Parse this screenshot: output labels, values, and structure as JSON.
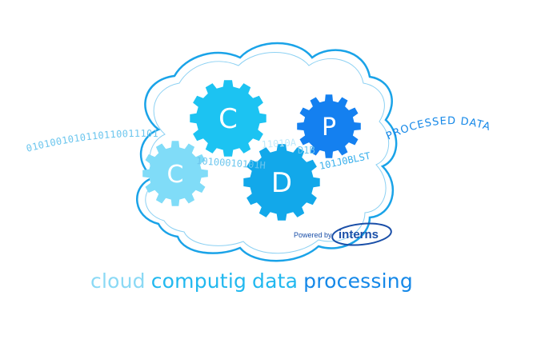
{
  "gears": [
    {
      "letter": "C",
      "color": "#1cc3f2"
    },
    {
      "letter": "C",
      "color": "#80dcf8"
    },
    {
      "letter": "D",
      "color": "#12a8ea"
    },
    {
      "letter": "P",
      "color": "#1480f0"
    }
  ],
  "binary_stream": {
    "left": "0101001010110110011101",
    "middle": "10100010101H",
    "over_d": "11010A",
    "after_d": "D1B",
    "middle2": "101J0BLST",
    "right": "PROCESSED DATA"
  },
  "powered_by": {
    "label": "Powered by",
    "brand": "interns"
  },
  "caption": {
    "word1": "cloud",
    "word2": "computig",
    "word3": "data",
    "word4": "processing"
  },
  "colors": {
    "cloud_outline": "#1aa3e8",
    "caption_light": "#8ad9f5",
    "caption_mid": "#21b8ef",
    "caption_blue": "#1588e8",
    "binary_text": "#6cc6ee",
    "brand": "#1a4fa8"
  }
}
